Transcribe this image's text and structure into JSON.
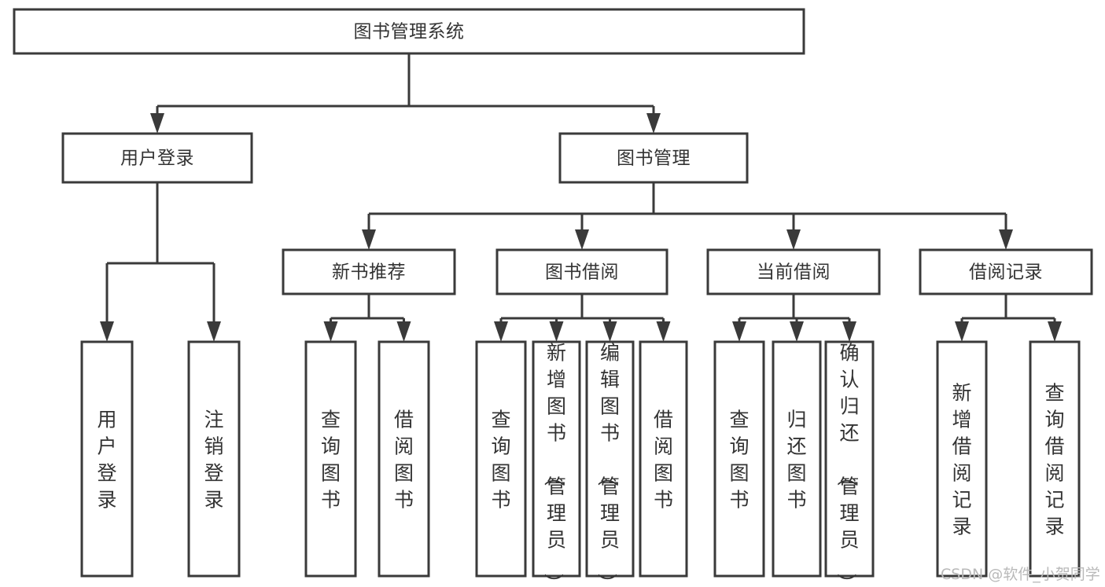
{
  "diagram": {
    "type": "tree-hierarchy",
    "title": "图书管理系统",
    "orientation": "top-down",
    "colors": {
      "stroke": "#3a3a3a",
      "box_fill": "#ffffff",
      "text": "#333333",
      "background": "#ffffff",
      "watermark": "#b9b9b9"
    },
    "levels": [
      {
        "level": 1,
        "nodes": [
          {
            "id": "root",
            "label": "图书管理系统",
            "orientation": "horizontal"
          }
        ]
      },
      {
        "level": 2,
        "nodes": [
          {
            "id": "login",
            "label": "用户登录",
            "orientation": "horizontal",
            "parent": "root"
          },
          {
            "id": "bookmgmt",
            "label": "图书管理",
            "orientation": "horizontal",
            "parent": "root"
          }
        ]
      },
      {
        "level": 3,
        "nodes": [
          {
            "id": "newbook",
            "label": "新书推荐",
            "orientation": "horizontal",
            "parent": "bookmgmt"
          },
          {
            "id": "borrow",
            "label": "图书借阅",
            "orientation": "horizontal",
            "parent": "bookmgmt"
          },
          {
            "id": "current",
            "label": "当前借阅",
            "orientation": "horizontal",
            "parent": "bookmgmt"
          },
          {
            "id": "records",
            "label": "借阅记录",
            "orientation": "horizontal",
            "parent": "bookmgmt"
          }
        ]
      },
      {
        "level": 4,
        "nodes": [
          {
            "id": "leaf1",
            "label": "用户登录",
            "orientation": "vertical",
            "parent": "login"
          },
          {
            "id": "leaf2",
            "label": "注销登录",
            "orientation": "vertical",
            "parent": "login"
          },
          {
            "id": "leaf3",
            "label": "查询图书",
            "orientation": "vertical",
            "parent": "newbook"
          },
          {
            "id": "leaf4",
            "label": "借阅图书",
            "orientation": "vertical",
            "parent": "newbook"
          },
          {
            "id": "leaf5",
            "label": "查询图书",
            "orientation": "vertical",
            "parent": "borrow"
          },
          {
            "id": "leaf6",
            "label": "新增图书（管理员）",
            "orientation": "vertical",
            "parent": "borrow"
          },
          {
            "id": "leaf7",
            "label": "编辑图书（管理员）",
            "orientation": "vertical",
            "parent": "borrow"
          },
          {
            "id": "leaf8",
            "label": "借阅图书",
            "orientation": "vertical",
            "parent": "borrow"
          },
          {
            "id": "leaf9",
            "label": "查询图书",
            "orientation": "vertical",
            "parent": "current"
          },
          {
            "id": "leaf10",
            "label": "归还图书",
            "orientation": "vertical",
            "parent": "current"
          },
          {
            "id": "leaf11",
            "label": "确认归还（管理员）",
            "orientation": "vertical",
            "parent": "current"
          },
          {
            "id": "leaf12",
            "label": "新增借阅记录",
            "orientation": "vertical",
            "parent": "records"
          },
          {
            "id": "leaf13",
            "label": "查询借阅记录",
            "orientation": "vertical",
            "parent": "records"
          }
        ]
      }
    ]
  },
  "watermark": {
    "text": "CSDN @软件_小贺同学"
  }
}
